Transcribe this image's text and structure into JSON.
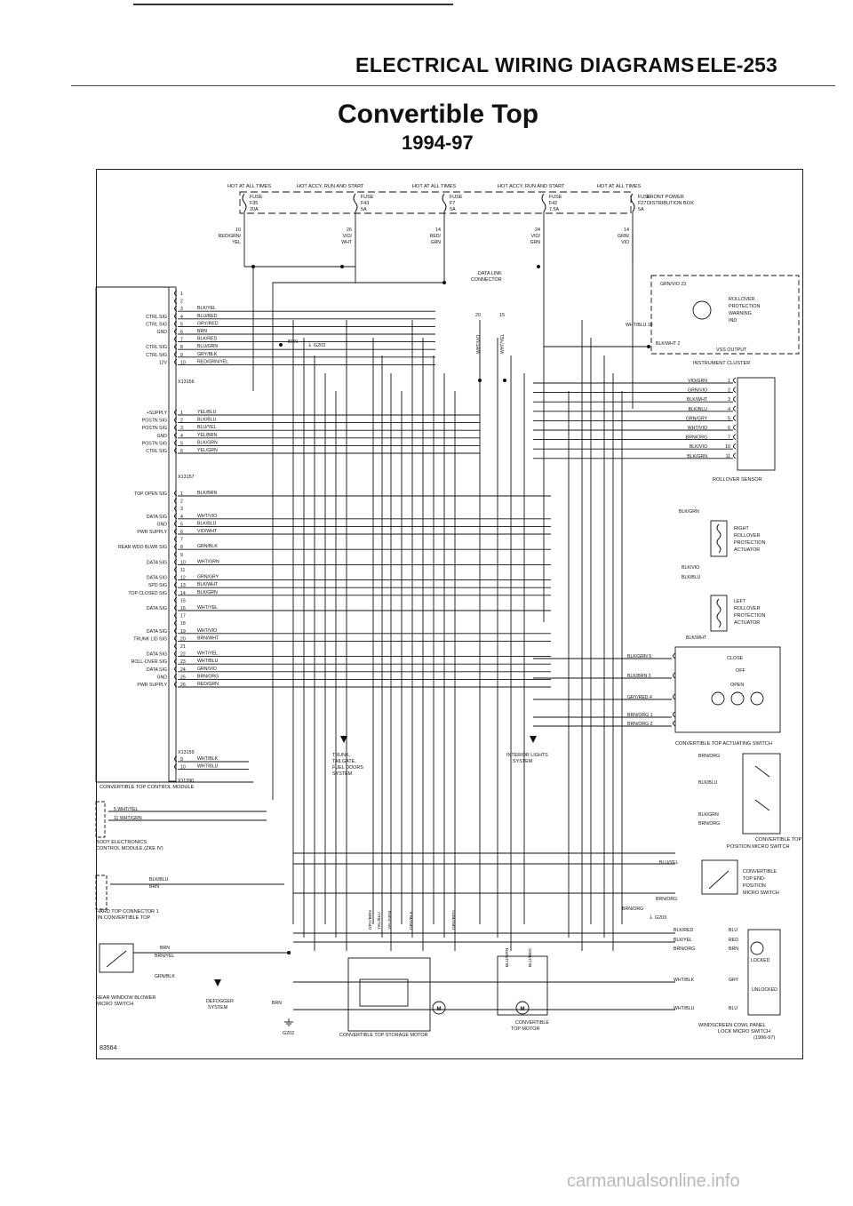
{
  "header": {
    "title": "ELECTRICAL WIRING DIAGRAMS",
    "page": "ELE-253",
    "subtitle": "Convertible Top",
    "years": "1994-97"
  },
  "figure_id": "83564",
  "watermark": "carmanualsonline.info",
  "power": {
    "labels": [
      "HOT AT ALL TIMES",
      "HOT ACCY, RUN AND START",
      "HOT AT ALL TIMES",
      "HOT ACCY, RUN AND START",
      "HOT AT ALL TIMES"
    ],
    "fuses": [
      {
        "l1": "FUSE",
        "l2": "F35",
        "l3": "20A",
        "pin": "10",
        "wire": [
          "RED/GRN/",
          "YEL"
        ]
      },
      {
        "l1": "FUSE",
        "l2": "F43",
        "l3": "5A",
        "pin": "26",
        "wire": [
          "VIO/",
          "WHT"
        ]
      },
      {
        "l1": "FUSE",
        "l2": "F7",
        "l3": "5A",
        "pin": "14",
        "wire": [
          "RED/",
          "GRN"
        ]
      },
      {
        "l1": "FUSE",
        "l2": "F42",
        "l3": "7.5A",
        "pin": "24",
        "wire": [
          "VIO/",
          "GRN"
        ]
      },
      {
        "l1": "FUSE",
        "l2": "F27",
        "l3": "5A",
        "pin": "14",
        "wire": [
          "GRN/",
          "VIO"
        ]
      }
    ],
    "box_label": [
      "FRONT POWER",
      "DISTRIBUTION BOX"
    ]
  },
  "module": {
    "name": "CONVERTIBLE TOP CONTROL MODULE",
    "c1": {
      "id": "X13156",
      "rows": [
        {
          "sig": "",
          "pin": "1",
          "wire": ""
        },
        {
          "sig": "",
          "pin": "2",
          "wire": ""
        },
        {
          "sig": "",
          "pin": "3",
          "wire": "BLK/YEL"
        },
        {
          "sig": "CTRL SIG",
          "pin": "4",
          "wire": "BLU/RED"
        },
        {
          "sig": "CTRL SIG",
          "pin": "5",
          "wire": "GRY/RED"
        },
        {
          "sig": "GND",
          "pin": "6",
          "wire": "BRN"
        },
        {
          "sig": "",
          "pin": "7",
          "wire": "BLK/RED"
        },
        {
          "sig": "CTRL SIG",
          "pin": "8",
          "wire": "BLU/GRN"
        },
        {
          "sig": "CTRL SIG",
          "pin": "9",
          "wire": "GRY/BLK"
        },
        {
          "sig": "12V",
          "pin": "10",
          "wire": "RED/GRN/YEL"
        }
      ]
    },
    "c2": {
      "id": "X13157",
      "rows": [
        {
          "sig": "+SUPPLY",
          "pin": "1",
          "wire": "YEL/BLU"
        },
        {
          "sig": "POSTN SIG",
          "pin": "2",
          "wire": "BLK/BLU"
        },
        {
          "sig": "POSTN SIG",
          "pin": "3",
          "wire": "BLU/YEL"
        },
        {
          "sig": "GND",
          "pin": "4",
          "wire": "YEL/BRN"
        },
        {
          "sig": "POSTN SIG",
          "pin": "5",
          "wire": "BLK/GRN"
        },
        {
          "sig": "CTRL SIG",
          "pin": "6",
          "wire": "YEL/GRN"
        }
      ]
    },
    "c3": {
      "id": "X13159",
      "rows": [
        {
          "sig": "TOP OPEN SIG",
          "pin": "1",
          "wire": "BLK/BRN"
        },
        {
          "sig": "",
          "pin": "2",
          "wire": ""
        },
        {
          "sig": "",
          "pin": "3",
          "wire": ""
        },
        {
          "sig": "DATA SIG",
          "pin": "4",
          "wire": "WHT/VIO"
        },
        {
          "sig": "GND",
          "pin": "5",
          "wire": "BLK/BLU"
        },
        {
          "sig": "PWR SUPPLY",
          "pin": "6",
          "wire": "VIO/WHT"
        },
        {
          "sig": "",
          "pin": "7",
          "wire": ""
        },
        {
          "sig": "REAR WDO BLWR SIG",
          "pin": "8",
          "wire": "GRN/BLK"
        },
        {
          "sig": "",
          "pin": "9",
          "wire": ""
        },
        {
          "sig": "DATA SIG",
          "pin": "10",
          "wire": "WHT/GRN"
        },
        {
          "sig": "",
          "pin": "11",
          "wire": ""
        },
        {
          "sig": "DATA SIG",
          "pin": "12",
          "wire": "GRN/GRY"
        },
        {
          "sig": "SPD SIG",
          "pin": "13",
          "wire": "BLK/WHT"
        },
        {
          "sig": "TOP CLOSED SIG",
          "pin": "14",
          "wire": "BLK/GRN"
        },
        {
          "sig": "",
          "pin": "15",
          "wire": ""
        },
        {
          "sig": "DATA SIG",
          "pin": "16",
          "wire": "WHT/YEL"
        },
        {
          "sig": "",
          "pin": "17",
          "wire": ""
        },
        {
          "sig": "",
          "pin": "18",
          "wire": ""
        },
        {
          "sig": "DATA SIG",
          "pin": "19",
          "wire": "WHT/VIO"
        },
        {
          "sig": "TRUNK LID SIG",
          "pin": "20",
          "wire": "BRN/WHT"
        },
        {
          "sig": "",
          "pin": "21",
          "wire": ""
        },
        {
          "sig": "DATA SIG",
          "pin": "22",
          "wire": "WHT/YEL"
        },
        {
          "sig": "ROLL-OVER SIG",
          "pin": "23",
          "wire": "WHT/BLU"
        },
        {
          "sig": "DATA SIG",
          "pin": "24",
          "wire": "GRN/VIO"
        },
        {
          "sig": "GND",
          "pin": "25",
          "wire": "BRN/ORG"
        },
        {
          "sig": "PWR SUPPLY",
          "pin": "26",
          "wire": "RED/GRN"
        }
      ]
    },
    "c4": {
      "id": "X11390",
      "rows": [
        {
          "sig": "",
          "pin": "9",
          "wire": "WHT/BLK"
        },
        {
          "sig": "",
          "pin": "10",
          "wire": "WHT/BLU"
        }
      ]
    }
  },
  "body_module": {
    "rows": [
      {
        "pin": "5",
        "wire": "WHT/YEL"
      },
      {
        "pin": "11",
        "wire": "WHT/GRN"
      }
    ],
    "name": [
      "BODY ELECTRONICS",
      "CONTROL MODULE (ZKE IV)"
    ]
  },
  "hardtop": {
    "wires": [
      "BLK/BLU",
      "BRN"
    ],
    "name": [
      "HARD TOP CONNECTOR 1",
      "(IN CONVERTIBLE TOP"
    ]
  },
  "blower": {
    "wires": [
      "BRN",
      "BRN/YEL",
      "GRN/BLK"
    ],
    "name": [
      "REAR WINDOW BLOWER",
      "MICRO SWITCH"
    ]
  },
  "defogger": [
    "DEFOGGER",
    "SYSTEM"
  ],
  "ground_brn": "BRN",
  "g202": "G202",
  "g203_top": {
    "wire": "BRN",
    "label": "G203"
  },
  "trunk": [
    "TRUNK,",
    "TAILGATE,",
    "FUEL DOORS",
    "SYSTEM"
  ],
  "interior": [
    "INTERIOR LIGHTS",
    "SYSTEM"
  ],
  "data_link": [
    "DATA LINK",
    "CONNECTOR"
  ],
  "dlc_pins": [
    "20",
    "15"
  ],
  "dlc_wires": [
    "WHT/VIO",
    "WHT/YEL"
  ],
  "cluster": {
    "wires": [
      {
        "name": "GRN/VIO",
        "pin": "23"
      },
      {
        "name": "WHT/BLU",
        "pin": "10"
      },
      {
        "name": "BLK/WHT",
        "pin": "2"
      }
    ],
    "rollover_label": [
      "ROLLOVER",
      "PROTECTION",
      "WARNING",
      "IND"
    ],
    "vss": "VSS OUTPUT",
    "name": "INSTRUMENT CLUSTER"
  },
  "sensor": {
    "rows": [
      {
        "wire": "VIO/GRN",
        "pin": "1"
      },
      {
        "wire": "GRN/VIO",
        "pin": "2"
      },
      {
        "wire": "BLK/WHT",
        "pin": "3"
      },
      {
        "wire": "BLK/BLU",
        "pin": "4"
      },
      {
        "wire": "GRN/GRY",
        "pin": "5"
      },
      {
        "wire": "WHT/VIO",
        "pin": "6"
      },
      {
        "wire": "BRN/ORG",
        "pin": "7"
      },
      {
        "wire": "BLK/VIO",
        "pin": "10"
      },
      {
        "wire": "BLK/GRN",
        "pin": "11"
      }
    ],
    "name": "ROLLOVER SENSOR"
  },
  "right_actuator": {
    "wires": [
      "BLK/GRN",
      "BLK/VIO",
      "BLK/BLU"
    ],
    "name": [
      "RIGHT",
      "ROLLOVER",
      "PROTECTION",
      "ACTUATOR"
    ]
  },
  "left_actuator": {
    "wire": "BLK/WHT",
    "name": [
      "LEFT",
      "ROLLOVER",
      "PROTECTION",
      "ACTUATOR"
    ]
  },
  "actuating_switch": {
    "rows": [
      {
        "wire": "BLK/GRN",
        "pin": "5"
      },
      {
        "wire": "BLK/BRN",
        "pin": "3"
      },
      {
        "wire": "GRY/RED",
        "pin": "4"
      },
      {
        "wire": "BRN/ORG",
        "pin": "1"
      },
      {
        "wire": "BRN/ORG",
        "pin": "2"
      }
    ],
    "states": [
      "CLOSE",
      "OFF",
      "OPEN"
    ],
    "name": "CONVERTIBLE TOP ACTUATING SWITCH"
  },
  "position_switch": {
    "wires": [
      "BRN/ORG",
      "BLK/BLU",
      "BLK/GRN",
      "BRN/ORG"
    ],
    "name": [
      "CONVERTIBLE TOP",
      "POSITION MICRO SWITCH"
    ]
  },
  "top_micro": {
    "wires": [
      "BLU/YEL",
      "BRN/ORG"
    ],
    "name": [
      "CONVERTIBLE",
      "TOP END-",
      "POSITION",
      "MICRO SWITCH"
    ]
  },
  "g203_low": {
    "wire": "BRN/ORG",
    "label": "G203"
  },
  "storage_wires": [
    "GRY/BRN",
    "YEL/BLU",
    "YEL/GRN",
    "GRY/BLK",
    "GRY/RED"
  ],
  "storage_motor": "CONVERTIBLE TOP STORAGE MOTOR",
  "top_motor_wires": [
    "BLU/GRN",
    "BLU/RED"
  ],
  "top_motor": [
    "CONVERTIBLE",
    "TOP MOTOR"
  ],
  "cowl": {
    "wires": [
      "BLK/RED",
      "BLK/YEL",
      "BRN/ORG",
      "WHT/BLK",
      "WHT/BLU"
    ],
    "right": [
      "BLU",
      "RED",
      "BRN",
      "GRY",
      "BLU"
    ],
    "states": [
      "LOCKED",
      "UNLOCKED"
    ],
    "name": [
      "WINDSCREEN COWL PANEL",
      "LOCK MICRO SWITCH",
      "(1996-97)"
    ]
  }
}
